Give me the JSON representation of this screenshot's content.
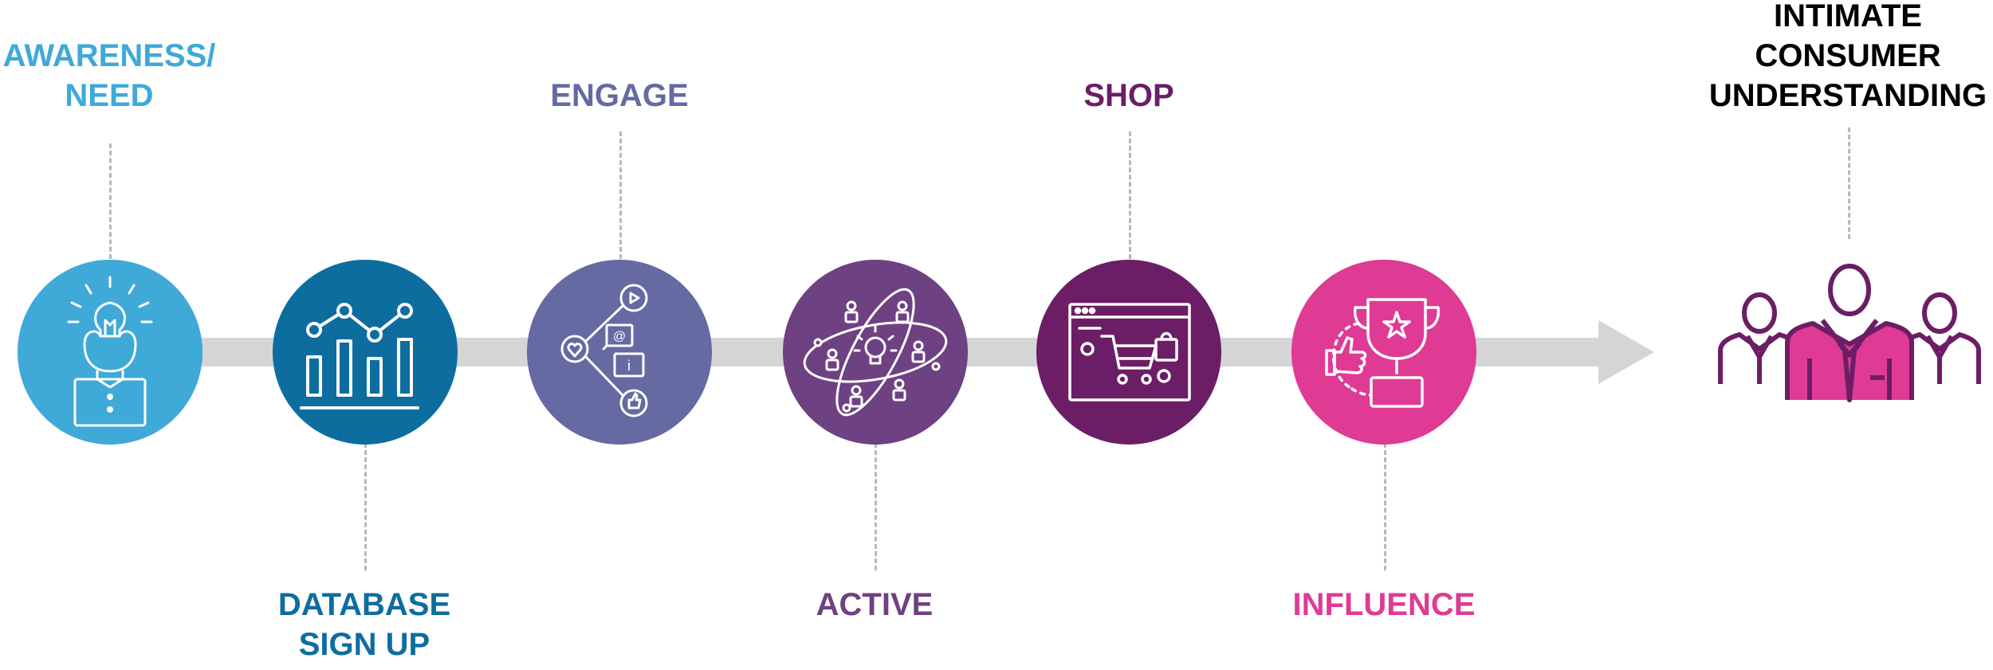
{
  "stages": [
    {
      "lines": [
        "AWARENESS/",
        "NEED"
      ],
      "color": "#3fa9d8",
      "icon": "idea-person-icon"
    },
    {
      "lines": [
        "DATABASE",
        "SIGN UP"
      ],
      "color": "#0d6d9f",
      "icon": "bar-chart-icon"
    },
    {
      "lines": [
        "ENGAGE"
      ],
      "color": "#656aa3",
      "icon": "social-share-icon"
    },
    {
      "lines": [
        "ACTIVE"
      ],
      "color": "#6e4183",
      "icon": "network-orbit-icon"
    },
    {
      "lines": [
        "SHOP"
      ],
      "color": "#6b1e66",
      "icon": "shopping-cart-icon"
    },
    {
      "lines": [
        "INFLUENCE"
      ],
      "color": "#df3a94",
      "icon": "trophy-icon"
    }
  ],
  "outcome": {
    "lines": [
      "INTIMATE",
      "CONSUMER",
      "UNDERSTANDING"
    ],
    "color": "#000000",
    "icon": "people-group-icon",
    "icon_colors": {
      "outline": "#6b1e66",
      "fill": "#df3a94"
    }
  },
  "arrow_color": "#d5d5d5"
}
